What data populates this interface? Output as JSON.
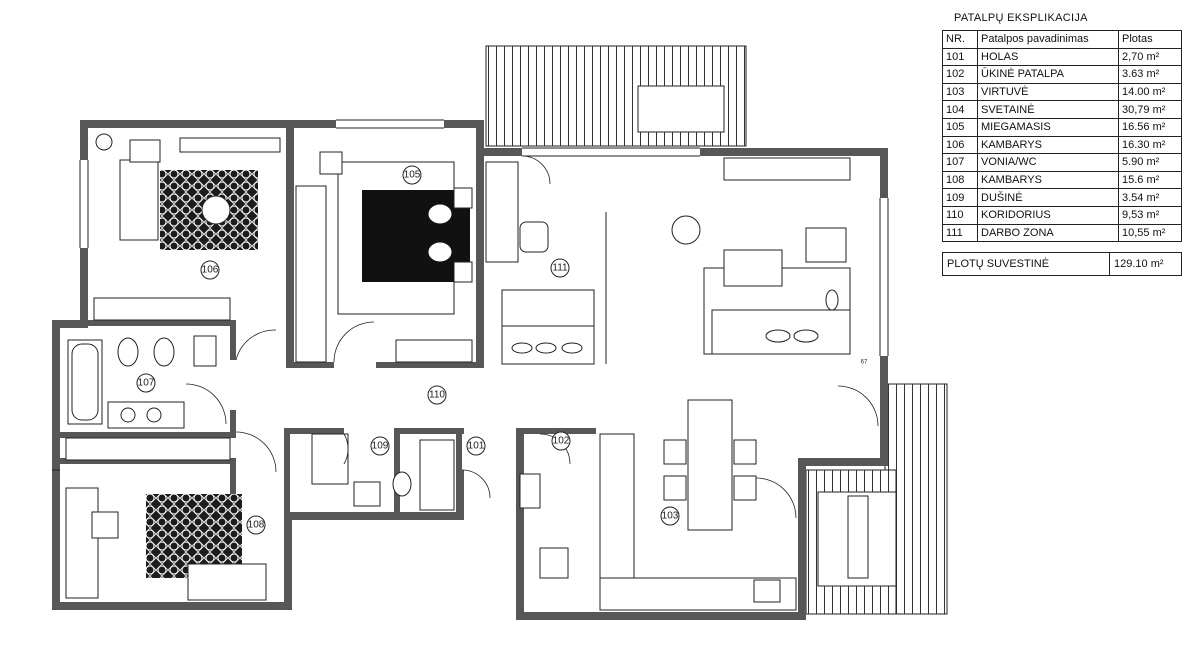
{
  "legend": {
    "title": "PATALPŲ EKSPLIKACIJA",
    "headers": {
      "no": "NR.",
      "name": "Patalpos pavadinimas",
      "area": "Plotas"
    },
    "rows": [
      {
        "no": "101",
        "name": "HOLAS",
        "area": "2,70 m²"
      },
      {
        "no": "102",
        "name": "ŪKINĖ PATALPA",
        "area": "3.63 m²"
      },
      {
        "no": "103",
        "name": "VIRTUVĖ",
        "area": "14.00 m²"
      },
      {
        "no": "104",
        "name": "SVETAINĖ",
        "area": "30,79 m²"
      },
      {
        "no": "105",
        "name": "MIEGAMASIS",
        "area": "16.56 m²"
      },
      {
        "no": "106",
        "name": "KAMBARYS",
        "area": "16.30 m²"
      },
      {
        "no": "107",
        "name": "VONIA/WC",
        "area": "5.90 m²"
      },
      {
        "no": "108",
        "name": "KAMBARYS",
        "area": "15.6 m²"
      },
      {
        "no": "109",
        "name": "DUŠINĖ",
        "area": "3.54 m²"
      },
      {
        "no": "110",
        "name": "KORIDORIUS",
        "area": "9,53 m²"
      },
      {
        "no": "111",
        "name": "DARBO ZONA",
        "area": "10,55 m²"
      }
    ],
    "summary": {
      "label": "PLOTŲ SUVESTINĖ",
      "value": "129.10 m²"
    }
  },
  "plan": {
    "rooms": [
      {
        "id": "101",
        "label": "101"
      },
      {
        "id": "102",
        "label": "102"
      },
      {
        "id": "103",
        "label": "103"
      },
      {
        "id": "105",
        "label": "105"
      },
      {
        "id": "106",
        "label": "106"
      },
      {
        "id": "107",
        "label": "107"
      },
      {
        "id": "108",
        "label": "108"
      },
      {
        "id": "109",
        "label": "109"
      },
      {
        "id": "110",
        "label": "110"
      },
      {
        "id": "111",
        "label": "111"
      }
    ],
    "marker": "67"
  }
}
